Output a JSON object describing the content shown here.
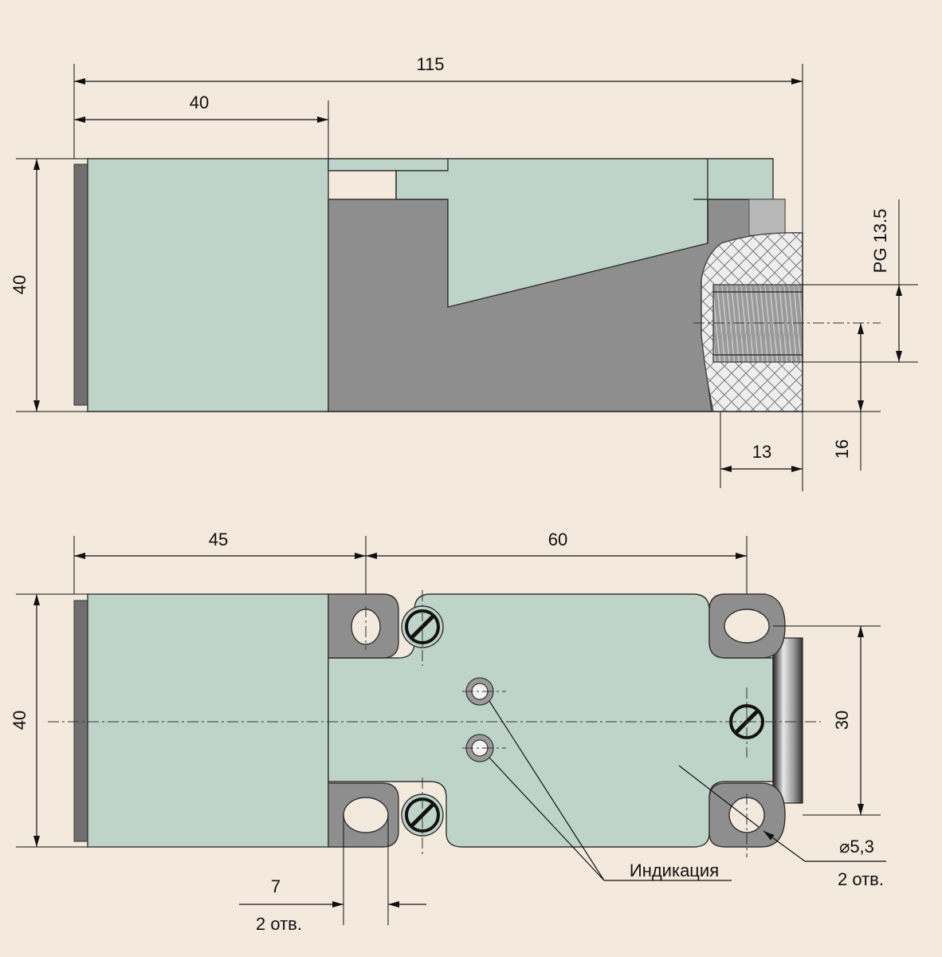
{
  "colors": {
    "background": "#f3e9dc",
    "body_light": "#bfd4c9",
    "body_dark": "#8e8e8e",
    "face_strip": "#6f6f6f",
    "line": "#111111"
  },
  "side_view": {
    "dim_total_length": "115",
    "dim_head_length": "40",
    "dim_height": "40",
    "dim_gland_thread": "PG 13.5",
    "dim_gland_depth": "13",
    "dim_gland_offset": "16"
  },
  "top_view": {
    "dim_head_to_hole": "45",
    "dim_hole_spacing": "60",
    "dim_width": "40",
    "dim_hole_pitch": "30",
    "dim_slot_width": "7",
    "note_slot_count": "2 отв.",
    "dim_hole_diameter": "⌀5,3",
    "note_hole_count": "2 отв.",
    "label_indication": "Индикация"
  },
  "icons": [
    "screw-head-icon",
    "led-indicator-icon",
    "mounting-hole-icon"
  ]
}
